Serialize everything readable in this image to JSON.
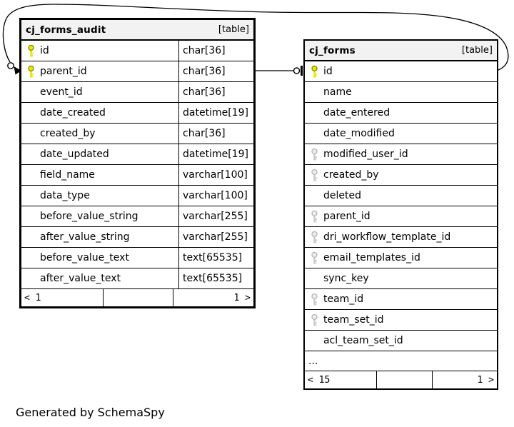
{
  "diagram": {
    "tables": [
      {
        "name": "cj_forms_audit",
        "tag": "[table]",
        "columns": [
          {
            "name": "id",
            "type": "char[36]",
            "key": "pk"
          },
          {
            "name": "parent_id",
            "type": "char[36]",
            "key": "pk"
          },
          {
            "name": "event_id",
            "type": "char[36]",
            "key": "none"
          },
          {
            "name": "date_created",
            "type": "datetime[19]",
            "key": "none"
          },
          {
            "name": "created_by",
            "type": "char[36]",
            "key": "none"
          },
          {
            "name": "date_updated",
            "type": "datetime[19]",
            "key": "none"
          },
          {
            "name": "field_name",
            "type": "varchar[100]",
            "key": "none"
          },
          {
            "name": "data_type",
            "type": "varchar[100]",
            "key": "none"
          },
          {
            "name": "before_value_string",
            "type": "varchar[255]",
            "key": "none"
          },
          {
            "name": "after_value_string",
            "type": "varchar[255]",
            "key": "none"
          },
          {
            "name": "before_value_text",
            "type": "text[65535]",
            "key": "none"
          },
          {
            "name": "after_value_text",
            "type": "text[65535]",
            "key": "none"
          }
        ],
        "pager": {
          "prev": "< 1",
          "next": "1 >"
        }
      },
      {
        "name": "cj_forms",
        "tag": "[table]",
        "columns": [
          {
            "name": "id",
            "key": "pk"
          },
          {
            "name": "name",
            "key": "none"
          },
          {
            "name": "date_entered",
            "key": "none"
          },
          {
            "name": "date_modified",
            "key": "none"
          },
          {
            "name": "modified_user_id",
            "key": "fk"
          },
          {
            "name": "created_by",
            "key": "fk"
          },
          {
            "name": "deleted",
            "key": "none"
          },
          {
            "name": "parent_id",
            "key": "fk"
          },
          {
            "name": "dri_workflow_template_id",
            "key": "fk"
          },
          {
            "name": "email_templates_id",
            "key": "fk"
          },
          {
            "name": "sync_key",
            "key": "none"
          },
          {
            "name": "team_id",
            "key": "fk"
          },
          {
            "name": "team_set_id",
            "key": "fk"
          },
          {
            "name": "acl_team_set_id",
            "key": "none"
          }
        ],
        "ellipsis": "...",
        "pager": {
          "prev": "< 15",
          "next": "1 >"
        }
      }
    ],
    "colors": {
      "primary_key": "#e8e800",
      "primary_key_outline": "#8f8f00",
      "indexed_key": "#c9c9c9",
      "indexed_key_outline": "#b8b8b8",
      "header_bg": "#f2f2f2",
      "line": "#000000"
    },
    "footnote": "Generated by SchemaSpy"
  }
}
